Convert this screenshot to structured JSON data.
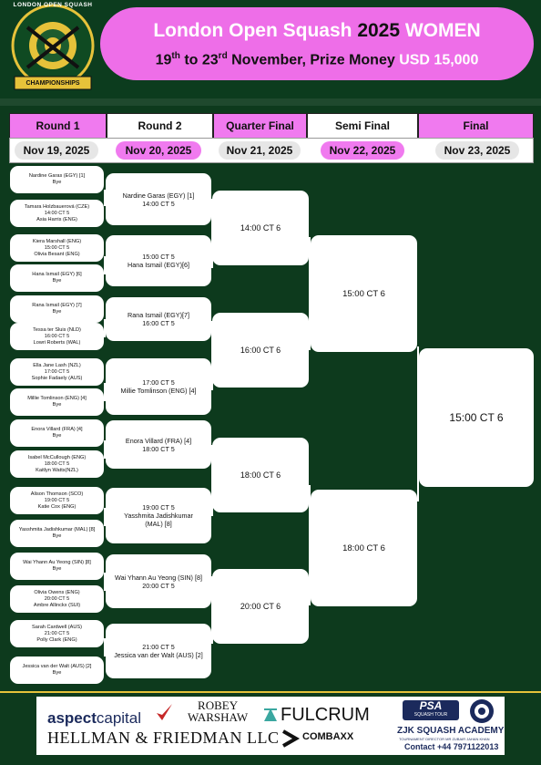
{
  "header": {
    "logo": {
      "arc_text": "LONDON OPEN SQUASH",
      "ribbon": "CHAMPIONSHIPS"
    },
    "title_pre": "London Open Squash ",
    "title_year": "2025",
    "title_post": " WOMEN",
    "sub_d1": "19",
    "sub_th": "th",
    "sub_to": " to 23",
    "sub_rd": "rd",
    "sub_text": " November, Prize Money ",
    "sub_prize": "USD 15,000"
  },
  "columns": [
    {
      "name": "Round 1",
      "date": "Nov 19, 2025"
    },
    {
      "name": "Round 2",
      "date": "Nov 20, 2025"
    },
    {
      "name": "Quarter Final",
      "date": "Nov 21, 2025"
    },
    {
      "name": "Semi Final",
      "date": "Nov 22, 2025"
    },
    {
      "name": "Final",
      "date": "Nov 23, 2025"
    }
  ],
  "round1": [
    [
      "Nardine Garas (EGY) [1]",
      "Bye"
    ],
    [
      "Tamara Holzbauerová (CZE)",
      "14:00 CT 5",
      "Asia Harris (ENG)"
    ],
    [
      "Kiera Marshall (ENG)",
      "15:00 CT 5",
      "Olivia Besant (ENG)"
    ],
    [
      "Hana Ismail (EGY) [6]",
      "Bye"
    ],
    [
      "Rana Ismail (EGY) [7]",
      "Bye"
    ],
    [
      "Tessa ter Sluis (NLD)",
      "16:00 CT 5",
      "Lowri Roberts (WAL)"
    ],
    [
      "Ella Jane Lash (NZL)",
      "17:00 CT 5",
      "Sophie Fadaely (AUS)"
    ],
    [
      "Millie Tomlinson (ENG) [4]",
      "Bye"
    ],
    [
      "Enora Villard (FRA) [4]",
      "Bye"
    ],
    [
      "Isabel McCullough (ENG)",
      "18:00 CT 5",
      "Kaitlyn Watts(NZL)"
    ],
    [
      "Alison Thomson (SCO)",
      "19:00 CT 5",
      "Katie Cox (ENG)"
    ],
    [
      "Yasshmita Jadishkumar (MAL) [8]",
      "Bye"
    ],
    [
      "Wai Yhann Au Yeong (SIN) [8]",
      "Bye"
    ],
    [
      "Olivia Owens (ENG)",
      "20:00 CT 5",
      "Ambre Allinckx (SUI)"
    ],
    [
      "Sarah Cardwell (AUS)",
      "21:00 CT 5",
      "Polly Clark (ENG)"
    ],
    [
      "Jessica van der Walt (AUS) [2]",
      "Bye"
    ]
  ],
  "round2": [
    [
      "Nardine Garas (EGY) [1]",
      "14:00 CT 5"
    ],
    [
      "15:00 CT 5",
      "Hana Ismail (EGY)[6]"
    ],
    [
      "Rana Ismail (EGY)[7]",
      "16:00 CT 5"
    ],
    [
      "17:00 CT 5",
      "Millie Tomlinson (ENG) [4]"
    ],
    [
      "Enora Villard (FRA) [4]",
      "18:00 CT 5"
    ],
    [
      "19:00 CT 5",
      "Yasshmita Jadishkumar",
      "(MAL) [8]"
    ],
    [
      "Wai Yhann Au Yeong (SIN) [8]",
      "20:00 CT 5"
    ],
    [
      "21:00 CT 5",
      "Jessica van der Walt (AUS) [2]"
    ]
  ],
  "quarter": [
    "14:00 CT 6",
    "16:00 CT 6",
    "18:00 CT 6",
    "20:00 CT 6"
  ],
  "semi": [
    "15:00 CT 6",
    "18:00 CT 6"
  ],
  "final": [
    "15:00 CT 6"
  ],
  "sponsors": {
    "aspect1": "aspect",
    "aspect2": "capital",
    "robey1": "ROBEY",
    "robey2": "WARSHAW",
    "hellman": "HELLMAN & FRIEDMAN LLC",
    "fulcrum": "FULCRUM",
    "combaxx": "COMBAXX",
    "psa": "PSA",
    "psa_sub": "SQUASH TOUR",
    "academy": "ZJK SQUASH ACADEMY",
    "director": "TOURNAMENT DIRECTOR MR ZUBAIR JAHAN KHAN",
    "contact": "Contact +44 7971122013"
  },
  "colors": {
    "accent": "#ee6ee8",
    "background": "#0d3a1d",
    "gold": "#e6c23a"
  }
}
